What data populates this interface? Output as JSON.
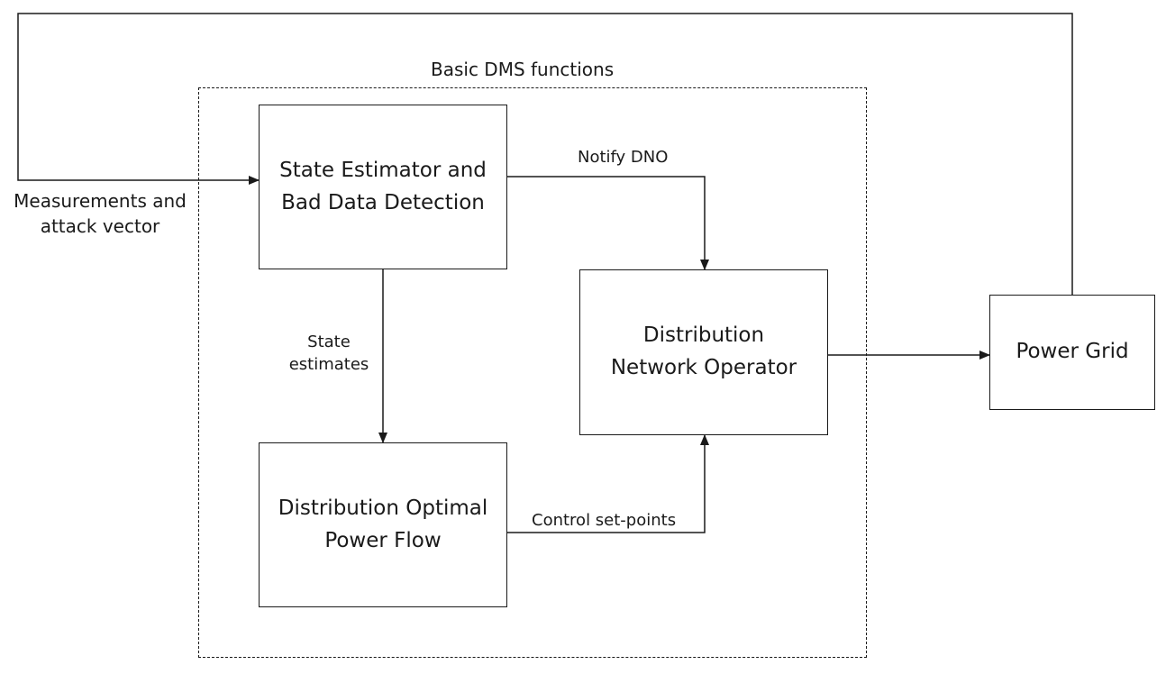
{
  "diagram": {
    "group": {
      "label": "Basic DMS functions"
    },
    "nodes": {
      "state_estimator": {
        "label": "State Estimator and\nBad Data Detection"
      },
      "dno": {
        "label": "Distribution\nNetwork Operator"
      },
      "dopf": {
        "label": "Distribution Optimal\nPower Flow"
      },
      "power_grid": {
        "label": "Power Grid"
      }
    },
    "edges": {
      "measurements": {
        "label": "Measurements and\nattack vector"
      },
      "notify": {
        "label": "Notify DNO"
      },
      "state_estimates": {
        "label": "State\nestimates"
      },
      "control": {
        "label": "Control set-points"
      }
    },
    "colors": {
      "stroke": "#1a1a1a",
      "background": "#ffffff"
    }
  }
}
